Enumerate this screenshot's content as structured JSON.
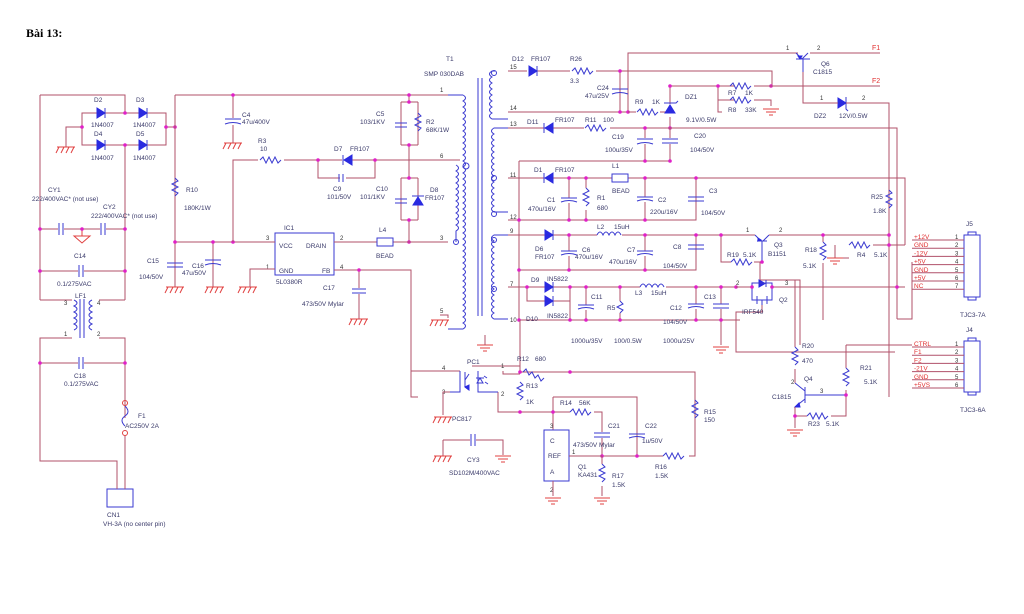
{
  "title": "Bài 13:",
  "components": {
    "D2": {
      "ref": "D2",
      "value": "1N4007"
    },
    "D3": {
      "ref": "D3",
      "value": "1N4007"
    },
    "D4": {
      "ref": "D4",
      "value": "1N4007"
    },
    "D5": {
      "ref": "D5",
      "value": "1N4007"
    },
    "CY1": {
      "ref": "CY1",
      "value": "222/400VAC* (not use)"
    },
    "CY2": {
      "ref": "CY2",
      "value": "222/400VAC* (not use)"
    },
    "C14": {
      "ref": "C14",
      "value": "0.1/275VAC"
    },
    "LF1": {
      "ref": "LF1",
      "value": ""
    },
    "C18": {
      "ref": "C18",
      "value": "0.1/275VAC"
    },
    "F1": {
      "ref": "F1",
      "value": "AC250V 2A"
    },
    "CN1": {
      "ref": "CN1",
      "value": "VH-3A (no center pin)"
    },
    "C4": {
      "ref": "C4",
      "value": "47u/400V"
    },
    "R10": {
      "ref": "R10",
      "value": "180K/1W"
    },
    "C15": {
      "ref": "C15",
      "value": "104/50V"
    },
    "C16": {
      "ref": "C16",
      "value": "47u/50V"
    },
    "R3": {
      "ref": "R3",
      "value": "10"
    },
    "D7": {
      "ref": "D7",
      "value": "FR107"
    },
    "C9": {
      "ref": "C9",
      "value": "101/50V"
    },
    "C5": {
      "ref": "C5",
      "value": "103/1KV"
    },
    "R2": {
      "ref": "R2",
      "value": "68K/1W"
    },
    "C10": {
      "ref": "C10",
      "value": "101/1KV"
    },
    "D8": {
      "ref": "D8",
      "value": "FR107"
    },
    "IC1": {
      "ref": "IC1",
      "value": "5L0380R",
      "pins": [
        "VCC",
        "DRAIN",
        "GND",
        "FB"
      ]
    },
    "L4": {
      "ref": "L4",
      "value": "BEAD"
    },
    "C17": {
      "ref": "C17",
      "value": "473/50V Mylar"
    },
    "T1": {
      "ref": "T1",
      "value": "SMP 030DAB"
    },
    "D12": {
      "ref": "D12",
      "value": "FR107"
    },
    "R26": {
      "ref": "R26",
      "value": "3.3"
    },
    "C24": {
      "ref": "C24",
      "value": "47u/25V"
    },
    "R9": {
      "ref": "R9",
      "value": "1K"
    },
    "DZ1": {
      "ref": "DZ1",
      "value": "9.1V/0.5W"
    },
    "R7": {
      "ref": "R7",
      "value": "1K"
    },
    "R8": {
      "ref": "R8",
      "value": "33K"
    },
    "Q6": {
      "ref": "Q6",
      "value": "C1815"
    },
    "DZ2": {
      "ref": "DZ2",
      "value": "12V/0.5W"
    },
    "D11": {
      "ref": "D11",
      "value": "FR107"
    },
    "R11": {
      "ref": "R11",
      "value": "100"
    },
    "C19": {
      "ref": "C19",
      "value": "100u/35V"
    },
    "C20": {
      "ref": "C20",
      "value": "104/50V"
    },
    "D1": {
      "ref": "D1",
      "value": "FR107"
    },
    "L1": {
      "ref": "L1",
      "value": "BEAD"
    },
    "C1": {
      "ref": "C1",
      "value": "470u/16V"
    },
    "R1": {
      "ref": "R1",
      "value": "680"
    },
    "C2": {
      "ref": "C2",
      "value": "220u/16V"
    },
    "C3": {
      "ref": "C3",
      "value": "104/50V"
    },
    "R25": {
      "ref": "R25",
      "value": "1.8K"
    },
    "D6": {
      "ref": "D6",
      "value": "FR107"
    },
    "C6": {
      "ref": "C6",
      "value": "470u/16V"
    },
    "L2": {
      "ref": "L2",
      "value": "15uH"
    },
    "C7": {
      "ref": "C7",
      "value": "470u/16V"
    },
    "C8": {
      "ref": "C8",
      "value": "104/50V"
    },
    "R19": {
      "ref": "R19",
      "value": "5.1K"
    },
    "Q3": {
      "ref": "Q3",
      "value": "B1151"
    },
    "R18": {
      "ref": "R18",
      "value": "5.1K"
    },
    "R4": {
      "ref": "R4",
      "value": "5.1K"
    },
    "D9": {
      "ref": "D9",
      "value": "IN5822"
    },
    "D10": {
      "ref": "D10",
      "value": "IN5822"
    },
    "C11": {
      "ref": "C11",
      "value": "1000u/35V"
    },
    "R5": {
      "ref": "R5",
      "value": "100/0.5W"
    },
    "L3": {
      "ref": "L3",
      "value": "15uH"
    },
    "C12": {
      "ref": "C12",
      "value": "1000u/25V"
    },
    "C12b": {
      "value": "104/50V"
    },
    "C13": {
      "ref": "C13",
      "value": ""
    },
    "Q2": {
      "ref": "Q2",
      "value": "IRF540"
    },
    "PC1": {
      "ref": "PC1",
      "value": "PC817"
    },
    "R12": {
      "ref": "R12",
      "value": "680"
    },
    "R13": {
      "ref": "R13",
      "value": "1K"
    },
    "R14": {
      "ref": "R14",
      "value": "56K"
    },
    "C21": {
      "ref": "C21",
      "value": "473/50V Mylar"
    },
    "C22": {
      "ref": "C22",
      "value": "1u/50V"
    },
    "R15": {
      "ref": "R15",
      "value": "150"
    },
    "R16": {
      "ref": "R16",
      "value": "1.5K"
    },
    "R17": {
      "ref": "R17",
      "value": "1.5K"
    },
    "Q1": {
      "ref": "Q1",
      "value": "KA431",
      "pins": [
        "C",
        "REF",
        "A"
      ]
    },
    "CY3": {
      "ref": "CY3",
      "value": "SD102M/400VAC"
    },
    "R20": {
      "ref": "R20",
      "value": "470"
    },
    "Q4": {
      "ref": "Q4",
      "value": "C1815"
    },
    "R21": {
      "ref": "R21",
      "value": "5.1K"
    },
    "R23": {
      "ref": "R23",
      "value": "5.1K"
    }
  },
  "nets": {
    "F1": "F1",
    "F2": "F2"
  },
  "connectors": {
    "J5": {
      "ref": "J5",
      "part": "TJC3-7A",
      "pins": [
        "+12V",
        "GND",
        "-12V",
        "+5V",
        "GND",
        "+5V",
        "NC"
      ]
    },
    "J4": {
      "ref": "J4",
      "part": "TJC3-6A",
      "pins": [
        "CTRL",
        "F1",
        "F2",
        "-21V",
        "GND",
        "+5VS"
      ]
    }
  }
}
